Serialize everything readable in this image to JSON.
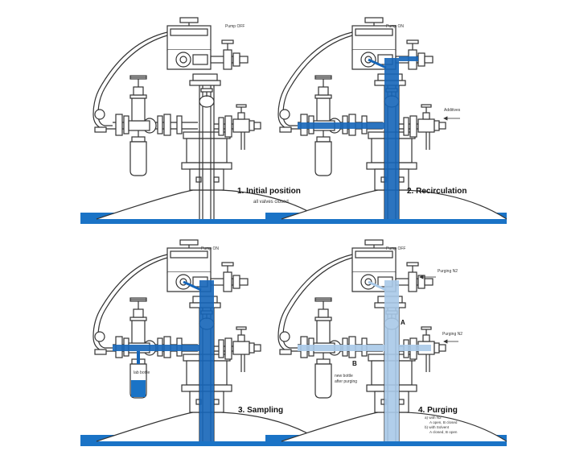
{
  "colors": {
    "water": "#1a73c6",
    "flow": "#1565b8",
    "flow_light": "#9ec3e6",
    "line": "#333333",
    "purge_flow": "#a9c9e8"
  },
  "panels": [
    {
      "id": "initial",
      "pump": "Pump OFF",
      "title": "1. Initial position",
      "subtitle": "all valves closed",
      "side_label": "",
      "bottle_label": "",
      "notes": []
    },
    {
      "id": "recirculation",
      "pump": "Pump ON",
      "title": "2. Recirculation",
      "subtitle": "",
      "side_label": "Additives",
      "bottle_label": "",
      "notes": []
    },
    {
      "id": "sampling",
      "pump": "Pump ON",
      "title": "3. Sampling",
      "subtitle": "",
      "side_label": "",
      "bottle_label": "lab bottle",
      "notes": []
    },
    {
      "id": "purging",
      "pump": "Pump OFF",
      "title": "4. Purging",
      "subtitle": "",
      "side_label": "Purging N2",
      "side_label_2": "Purging N2",
      "bottle_label": "new bottle",
      "bottle_label_2": "after purging",
      "marker_a": "A",
      "marker_b": "B",
      "notes": [
        "a) with N2",
        "A open, B closed",
        "b) with Solvent",
        "A closed, B open"
      ]
    }
  ]
}
